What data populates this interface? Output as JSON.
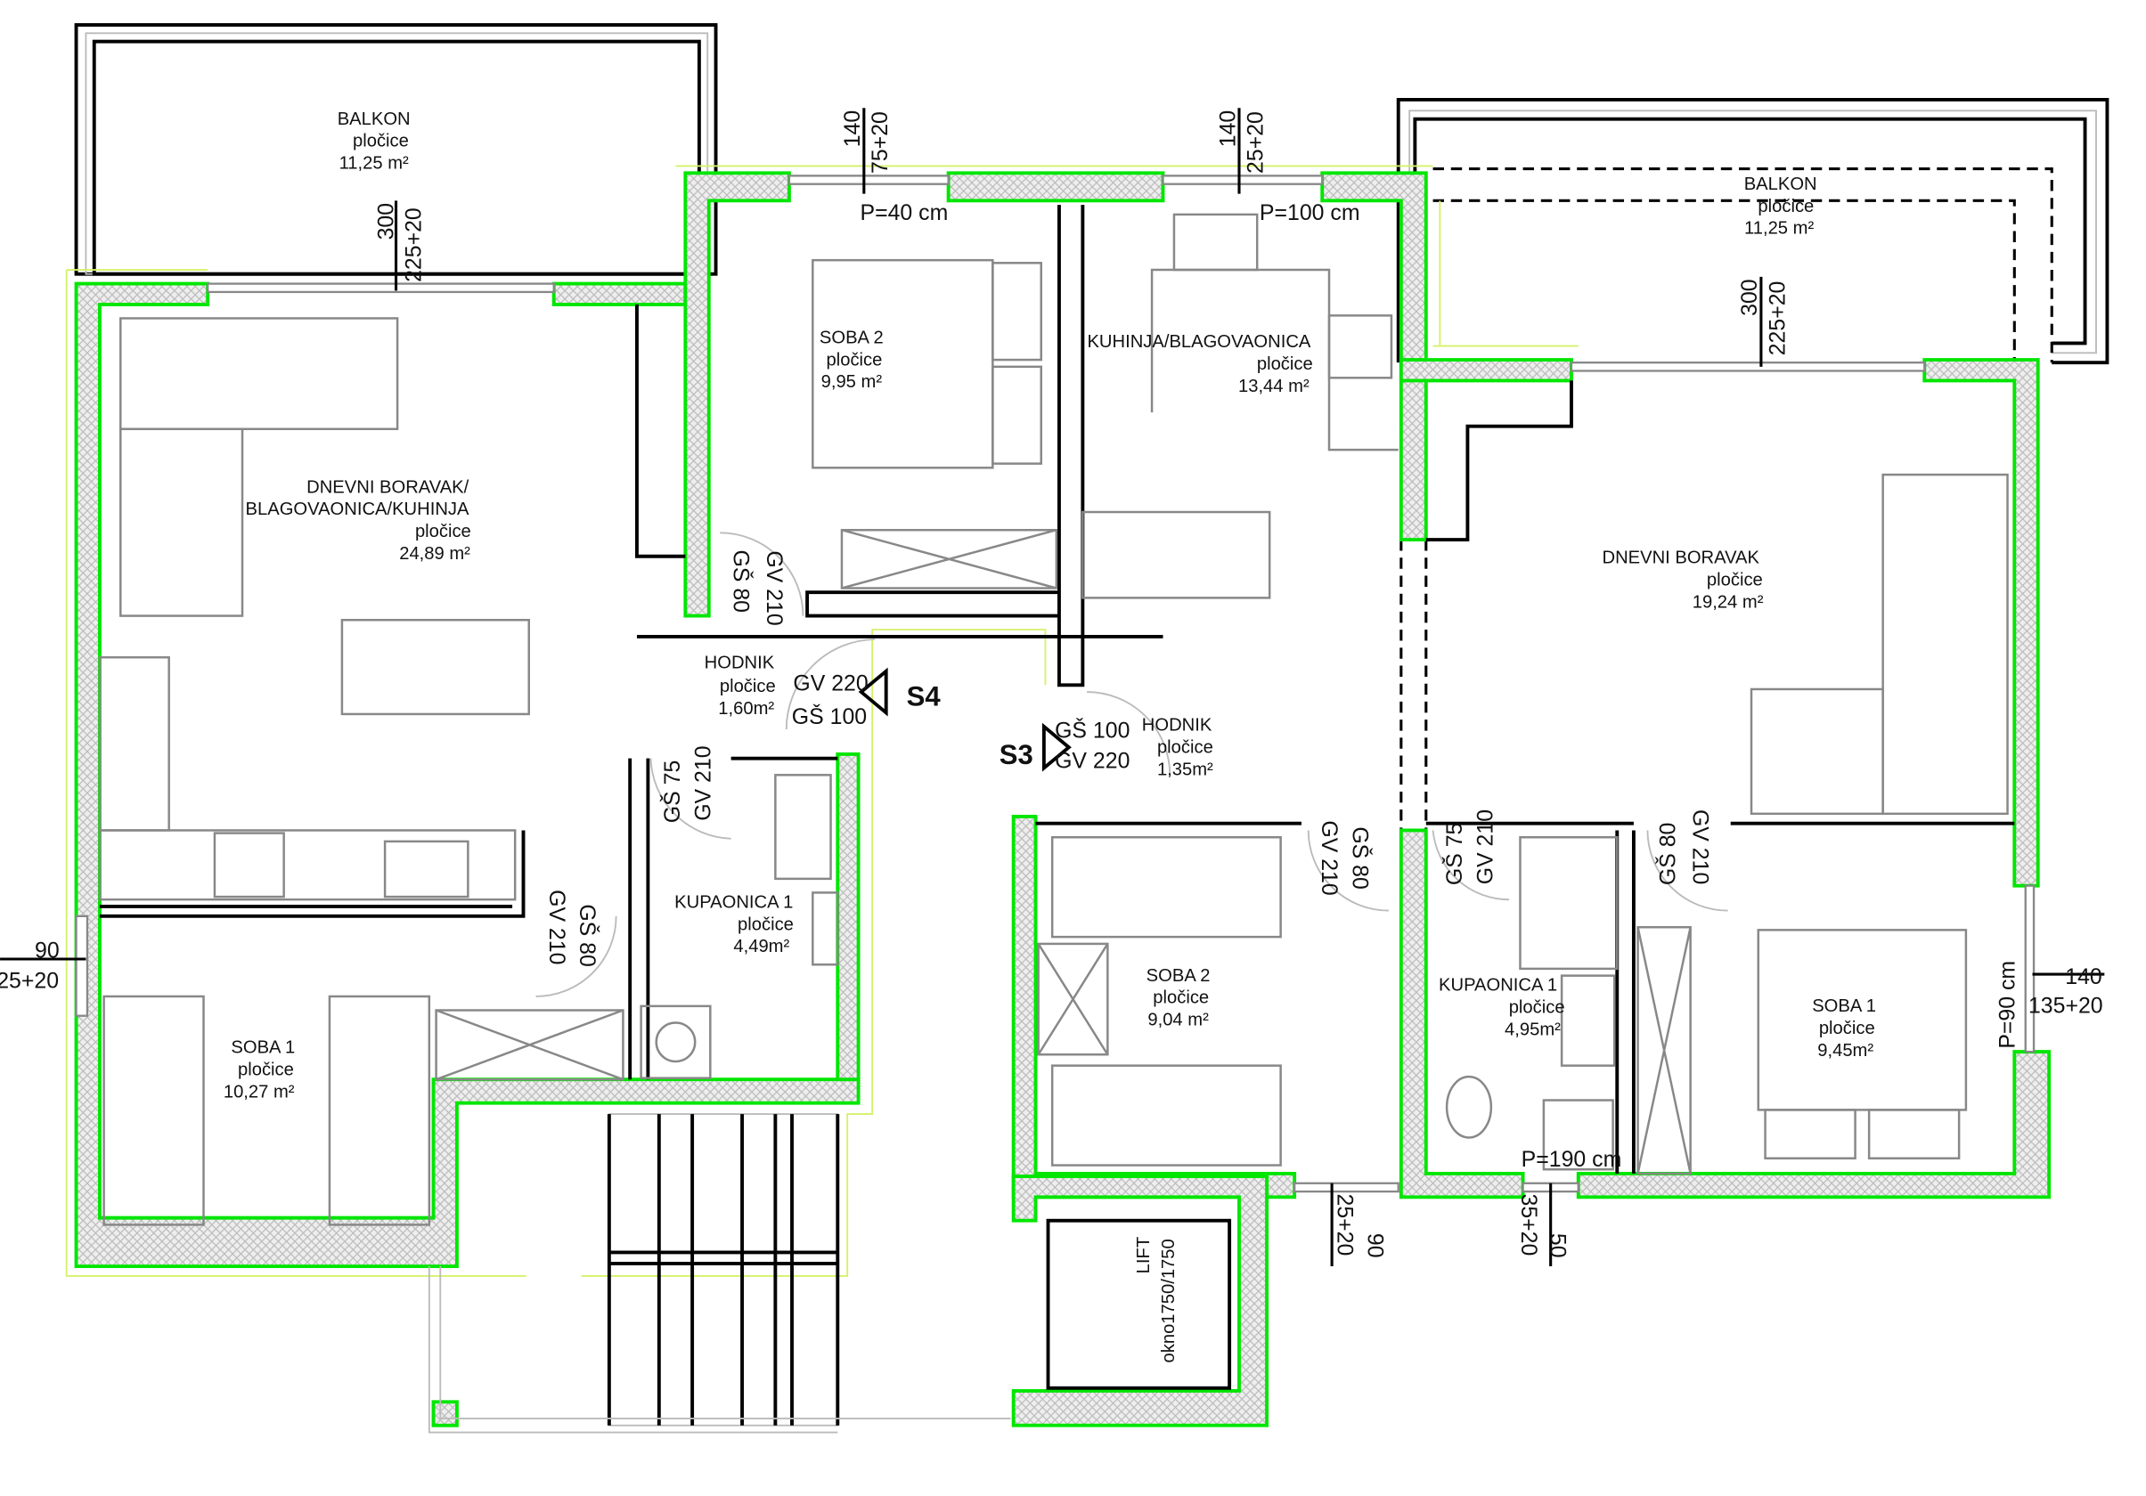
{
  "title": "Floor plan – two apartments",
  "colors": {
    "wall_outline": "#00e600",
    "furniture": "#888888",
    "dimension": "#999999"
  },
  "left_apartment": {
    "balkon": {
      "name": "BALKON",
      "floor": "pločice",
      "area": "11,25 m²"
    },
    "living": {
      "name1": "DNEVNI BORAVAK/",
      "name2": "BLAGOVAONICA/KUHINJA",
      "floor": "pločice",
      "area": "24,89 m²"
    },
    "soba2": {
      "name": "SOBA 2",
      "floor": "pločice",
      "area": "9,95 m²"
    },
    "hodnik": {
      "name": "HODNIK",
      "floor": "pločice",
      "area": "1,60m²"
    },
    "kupaonica": {
      "name": "KUPAONICA 1",
      "floor": "pločice",
      "area": "4,49m²"
    },
    "soba1": {
      "name": "SOBA 1",
      "floor": "pločice",
      "area": "10,27 m²"
    },
    "entrance_marker": "S4"
  },
  "right_apartment": {
    "kuhinja": {
      "name": "KUHINJA/BLAGOVAONICA",
      "floor": "pločice",
      "area": "13,44 m²"
    },
    "balkon": {
      "name": "BALKON",
      "floor": "pločice",
      "area": "11,25 m²"
    },
    "living": {
      "name": "DNEVNI BORAVAK",
      "floor": "pločice",
      "area": "19,24 m²"
    },
    "hodnik": {
      "name": "HODNIK",
      "floor": "pločice",
      "area": "1,35m²"
    },
    "soba2": {
      "name": "SOBA 2",
      "floor": "pločice",
      "area": "9,04 m²"
    },
    "kupaonica": {
      "name": "KUPAONICA 1",
      "floor": "pločice",
      "area": "4,95m²"
    },
    "soba1": {
      "name": "SOBA 1",
      "floor": "pločice",
      "area": "9,45m²"
    },
    "entrance_marker": "S3"
  },
  "lift": {
    "name": "LIFT",
    "shaft": "okno1750/1750"
  },
  "dimensions": {
    "w_left_balcony": [
      "300",
      "225+20"
    ],
    "w_soba2": [
      "140",
      "75+20"
    ],
    "p_soba2": "P=40 cm",
    "w_kitchen": [
      "140",
      "25+20"
    ],
    "p_kitchen": "P=100 cm",
    "w_right_balcony": [
      "300",
      "225+20"
    ],
    "w_left_soba1": [
      "90",
      "25+20"
    ],
    "w_right_soba1": [
      "140",
      "135+20"
    ],
    "p_right_soba1": "P=90 cm",
    "w_right_soba2": [
      "25+20",
      "90"
    ],
    "w_right_bath": [
      "35+20",
      "50"
    ],
    "p_right_bath": "P=190 cm"
  },
  "doors": {
    "d1": [
      "GŠ 80",
      "GV 210"
    ],
    "d2": [
      "GV 220",
      "GŠ 100"
    ],
    "d3": [
      "GŠ 75",
      "GV 210"
    ],
    "d4": [
      "GV 210",
      "GŠ 80"
    ],
    "d5": [
      "GŠ 100",
      "GV 220"
    ],
    "d6": [
      "GV 210",
      "GŠ 80"
    ],
    "d7": [
      "GŠ 75",
      "GV 210"
    ],
    "d8": [
      "GŠ 80",
      "GV 210"
    ]
  }
}
